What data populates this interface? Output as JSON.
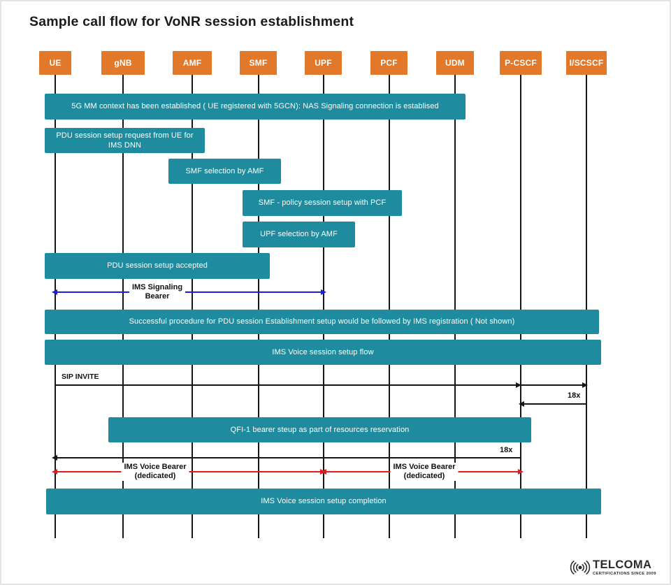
{
  "title": "Sample call flow for VoNR session establishment",
  "colors": {
    "entity_orange": "#e1782a",
    "step_teal": "#1e8c9e",
    "lifeline_black": "#161616",
    "signaling_blue": "#1d1de0",
    "voice_red": "#e01b1b"
  },
  "entities": [
    {
      "label": "UE"
    },
    {
      "label": "gNB"
    },
    {
      "label": "AMF"
    },
    {
      "label": "SMF"
    },
    {
      "label": "UPF"
    },
    {
      "label": "PCF"
    },
    {
      "label": "UDM"
    },
    {
      "label": "P-CSCF"
    },
    {
      "label": "I/SCSCF"
    }
  ],
  "steps": [
    {
      "text": "5G MM context has been established ( UE registered with 5GCN): NAS Signaling connection is establised"
    },
    {
      "text": "PDU session setup request from UE for IMS DNN"
    },
    {
      "text": "SMF selection by AMF"
    },
    {
      "text": "SMF - policy session setup with PCF"
    },
    {
      "text": "UPF selection by AMF"
    },
    {
      "text": "PDU session setup accepted"
    },
    {
      "text": "Successful procedure for PDU session Establishment setup would be followed by IMS registration ( Not shown)"
    },
    {
      "text": "IMS Voice session setup flow"
    },
    {
      "text": "QFI-1 bearer steup as part of resources reservation"
    },
    {
      "text": "IMS Voice session setup completion"
    }
  ],
  "labels": {
    "sip_invite": "SIP INVITE",
    "resp_18x_first": "18x",
    "resp_18x_second": "18x",
    "ims_signaling_line1": "IMS Signaling",
    "ims_signaling_line2": "Bearer",
    "ims_voice1_line1": "IMS Voice Bearer",
    "ims_voice1_line2": "(dedicated)",
    "ims_voice2_line1": "IMS Voice Bearer",
    "ims_voice2_line2": "(dedicated)"
  },
  "logo": {
    "name": "TELCOMA",
    "tagline": "CERTIFICATIONS SINCE 2009"
  }
}
